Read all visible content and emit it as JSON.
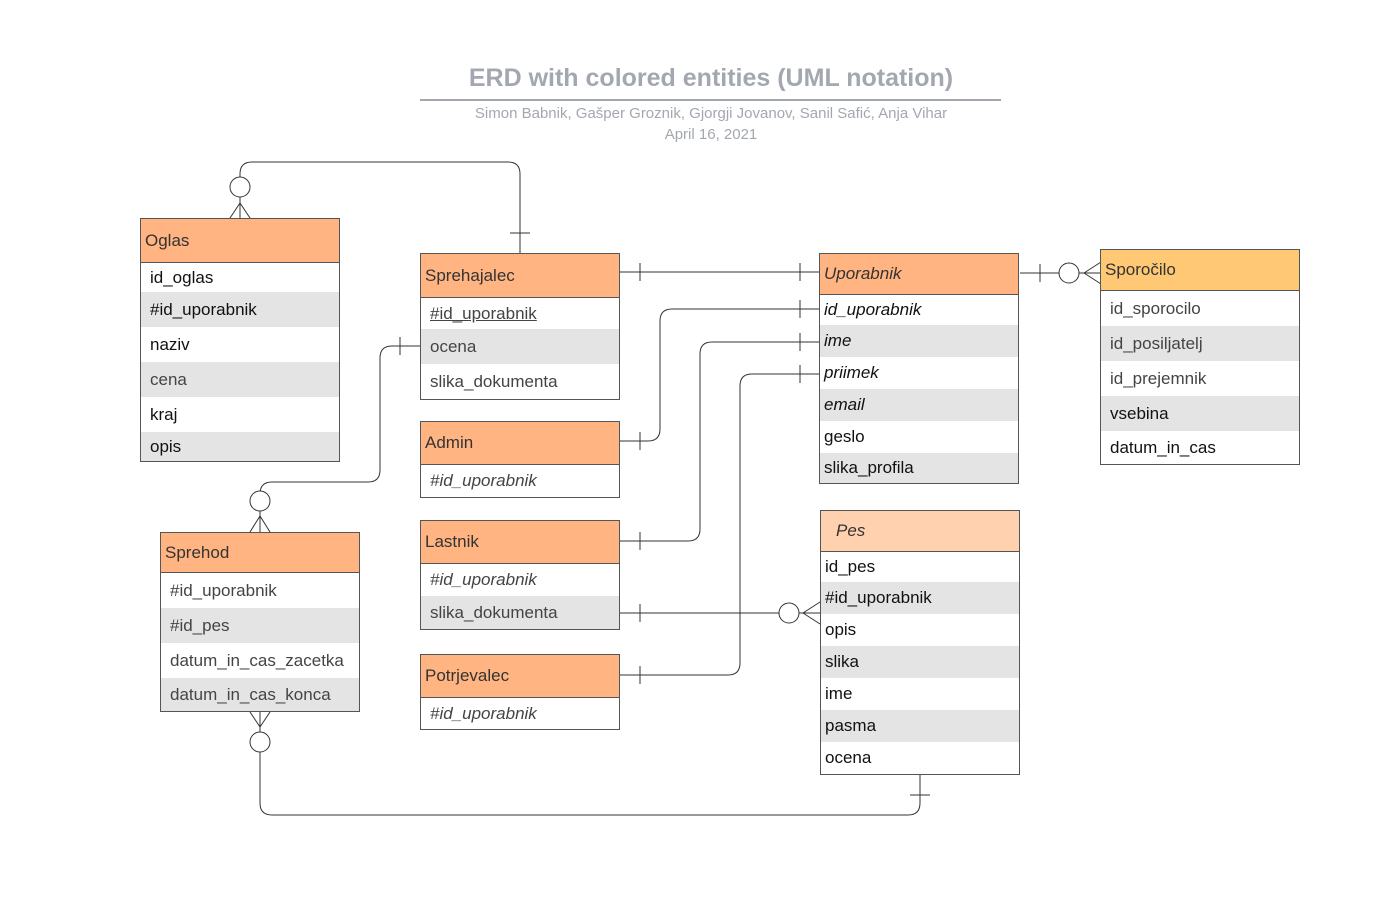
{
  "diagram": {
    "title": "ERD with colored entities (UML notation)",
    "authors": "Simon Babnik, Gašper Groznik, Gjorgji Jovanov, Sanil Safić, Anja Vihar",
    "date": "April 16, 2021",
    "colors": {
      "entity_header": "#ffb482",
      "entity_header_light": "#ffd1ae",
      "entity_header_yellow": "#ffc875",
      "row_alt": "#e4e4e4",
      "title": "#a3a8b0",
      "line": "#333333"
    }
  },
  "entities": {
    "oglas": {
      "name": "Oglas",
      "attributes": [
        "id_oglas",
        "#id_uporabnik",
        "naziv",
        "cena",
        "kraj",
        "opis"
      ]
    },
    "sprehajalec": {
      "name": "Sprehajalec",
      "attributes": [
        "#id_uporabnik",
        "ocena",
        "slika_dokumenta"
      ]
    },
    "admin": {
      "name": "Admin",
      "attributes": [
        "#id_uporabnik"
      ]
    },
    "lastnik": {
      "name": "Lastnik",
      "attributes": [
        "#id_uporabnik",
        "slika_dokumenta"
      ]
    },
    "potrjevalec": {
      "name": "Potrjevalec",
      "attributes": [
        "#id_uporabnik"
      ]
    },
    "sprehod": {
      "name": "Sprehod",
      "attributes": [
        "#id_uporabnik",
        "#id_pes",
        "datum_in_cas_zacetka",
        "datum_in_cas_konca"
      ]
    },
    "uporabnik": {
      "name": "Uporabnik",
      "attributes": [
        "id_uporabnik",
        "ime",
        "priimek",
        "email",
        "geslo",
        "slika_profila"
      ]
    },
    "pes": {
      "name": "Pes",
      "attributes": [
        "id_pes",
        "#id_uporabnik",
        "opis",
        "slika",
        "ime",
        "pasma",
        "ocena"
      ]
    },
    "sporocilo": {
      "name": "Sporočilo",
      "attributes": [
        "id_sporocilo",
        "id_posiljatelj",
        "id_prejemnik",
        "vsebina",
        "datum_in_cas"
      ]
    }
  }
}
